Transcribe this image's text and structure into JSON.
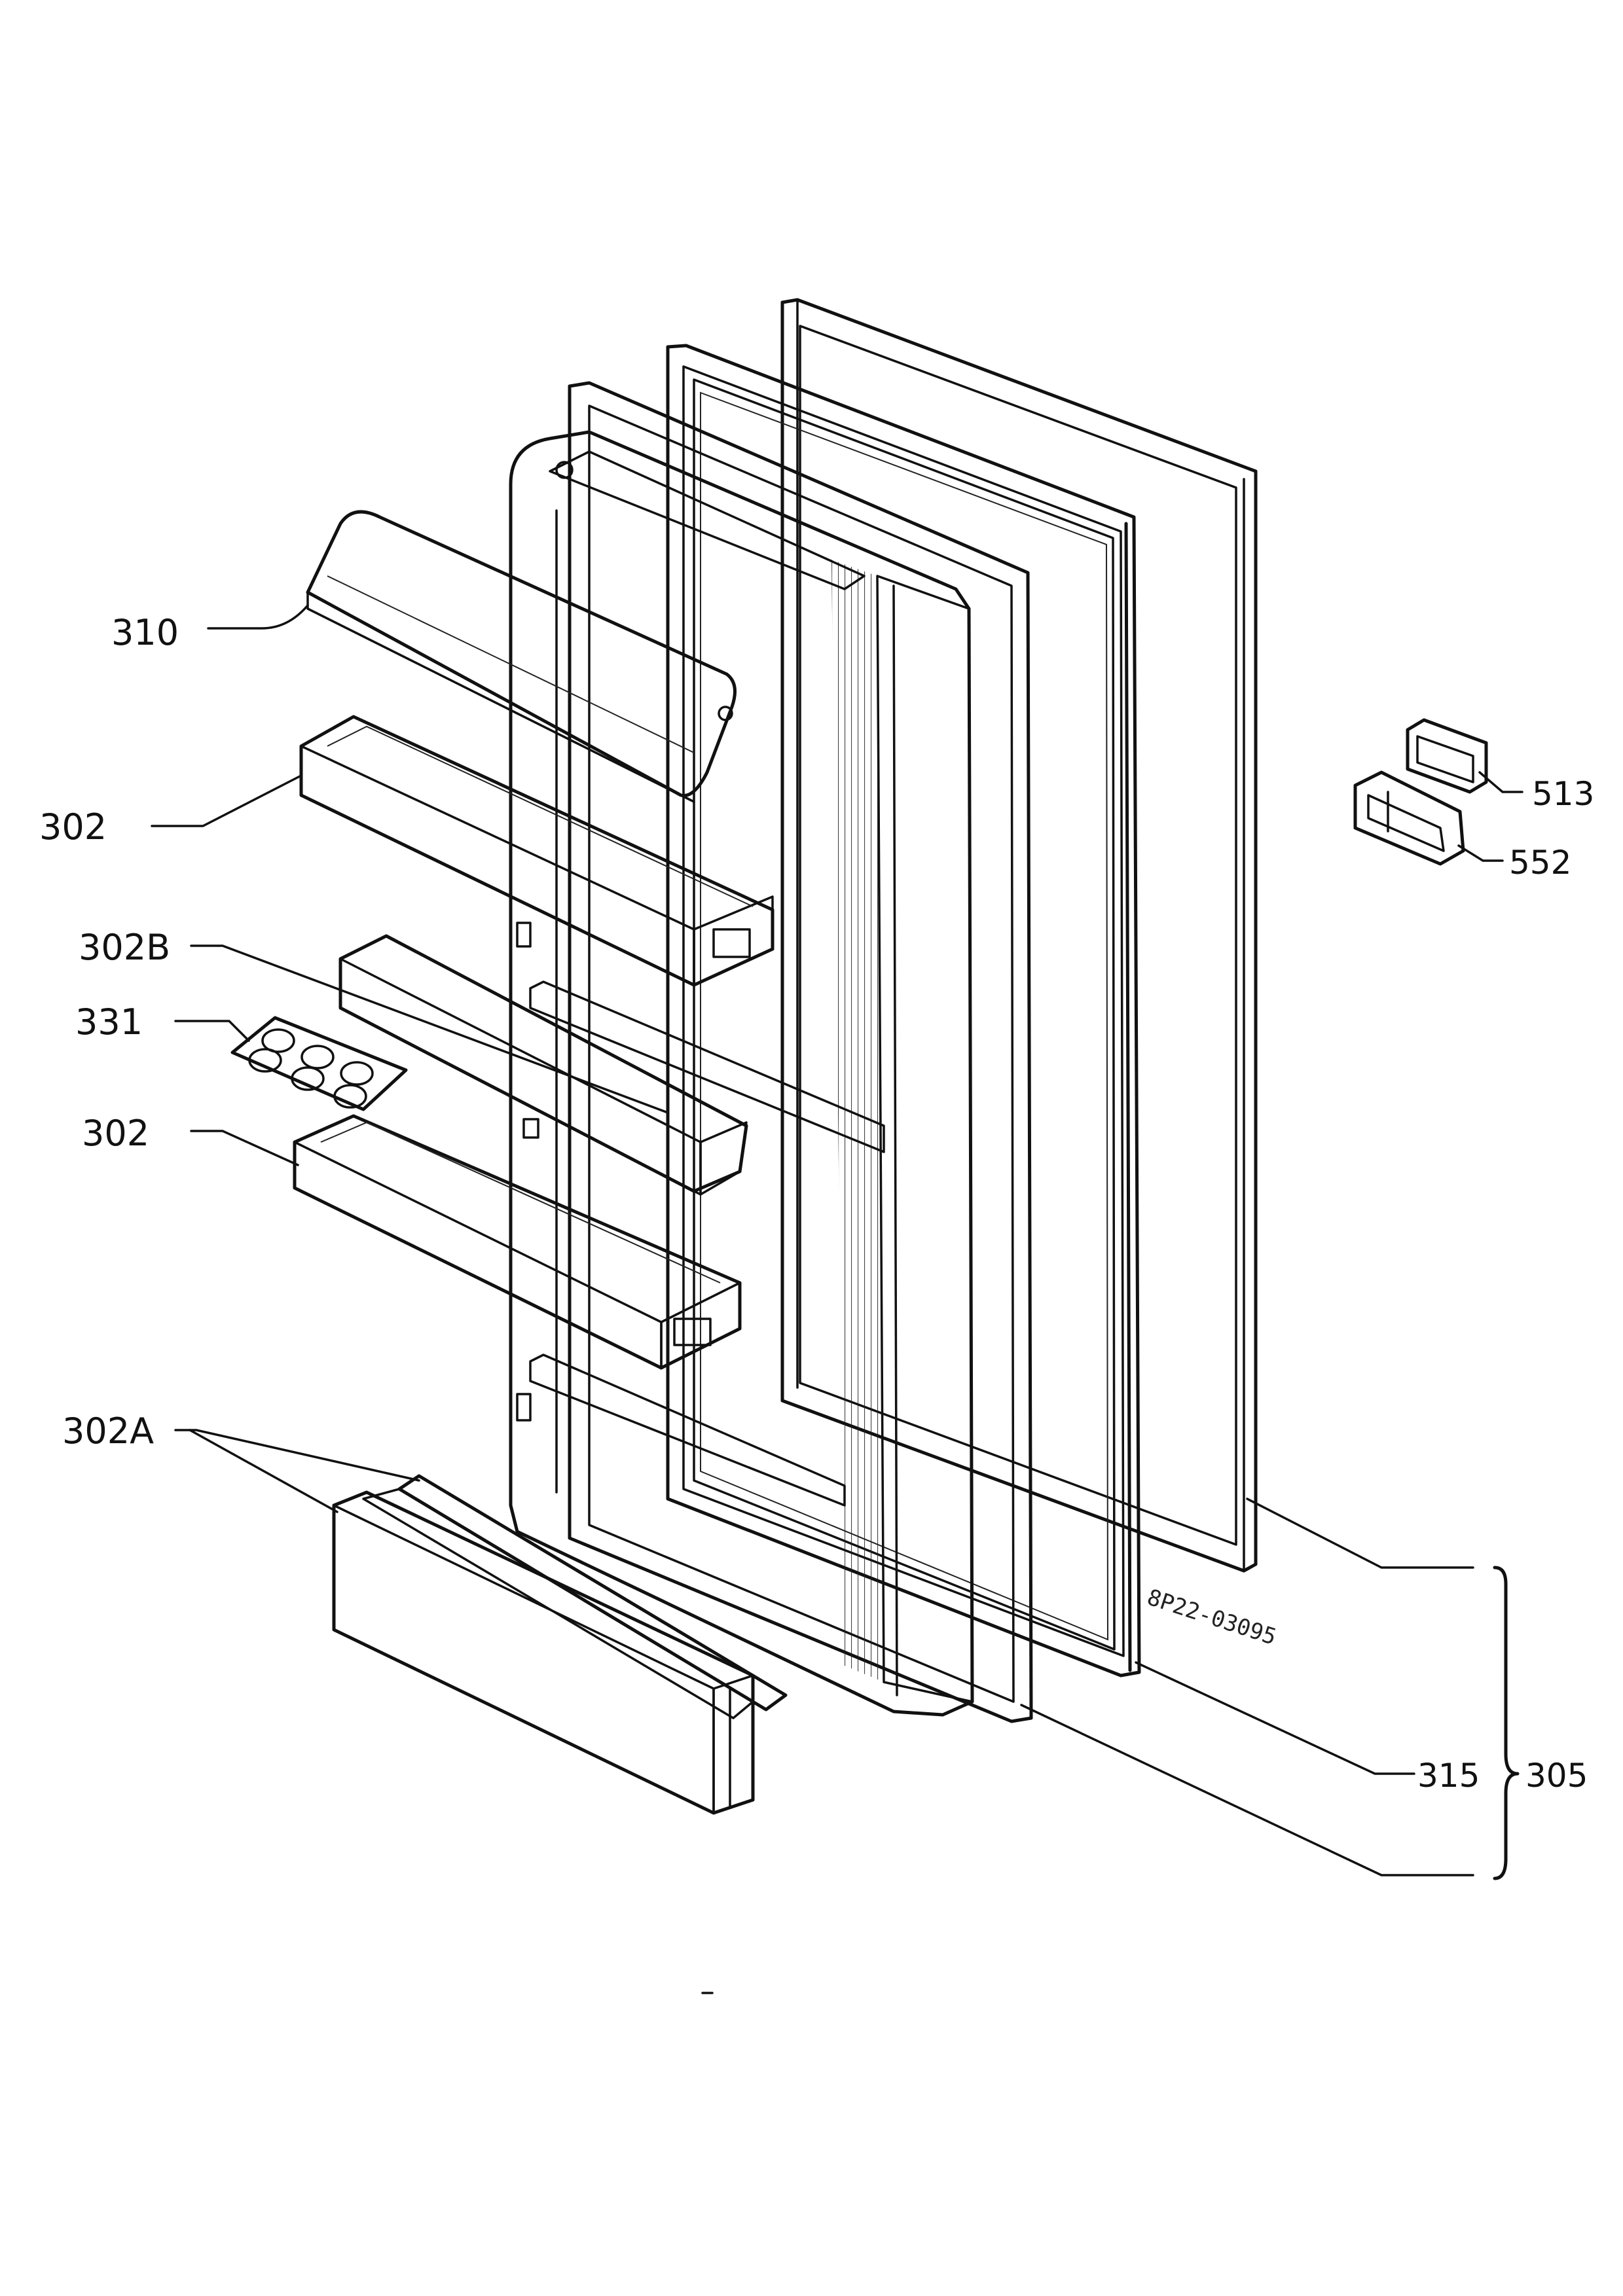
{
  "labels": {
    "l310": "310",
    "l302_top": "302",
    "l302b": "302B",
    "l331": "331",
    "l302_mid": "302",
    "l302a": "302A",
    "l513": "513",
    "l552": "552",
    "l315": "315",
    "l305": "305"
  },
  "drawing_code": "8P22-03095",
  "colors": {
    "ink": "#111111",
    "paper": "#ffffff"
  }
}
